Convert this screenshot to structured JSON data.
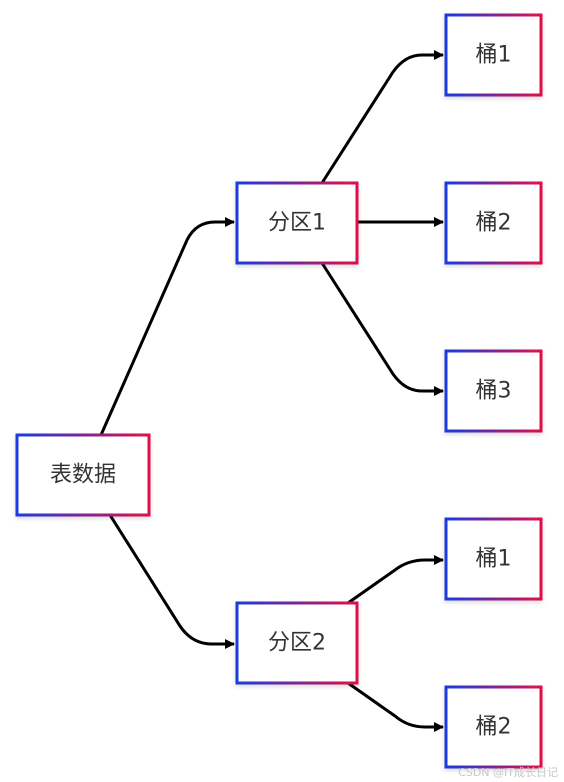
{
  "colors": {
    "border_start": "#1a3be0",
    "border_end": "#e0104a",
    "edge": "#000000",
    "text": "#333333"
  },
  "nodes": [
    {
      "id": "table",
      "label": "表数据"
    },
    {
      "id": "p1",
      "label": "分区1"
    },
    {
      "id": "p2",
      "label": "分区2"
    },
    {
      "id": "b11",
      "label": "桶1"
    },
    {
      "id": "b12",
      "label": "桶2"
    },
    {
      "id": "b13",
      "label": "桶3"
    },
    {
      "id": "b21",
      "label": "桶1"
    },
    {
      "id": "b22",
      "label": "桶2"
    }
  ],
  "edges": [
    {
      "from": "table",
      "to": "p1"
    },
    {
      "from": "table",
      "to": "p2"
    },
    {
      "from": "p1",
      "to": "b11"
    },
    {
      "from": "p1",
      "to": "b12"
    },
    {
      "from": "p1",
      "to": "b13"
    },
    {
      "from": "p2",
      "to": "b21"
    },
    {
      "from": "p2",
      "to": "b22"
    }
  ],
  "watermark": "CSDN @IT成长日记"
}
